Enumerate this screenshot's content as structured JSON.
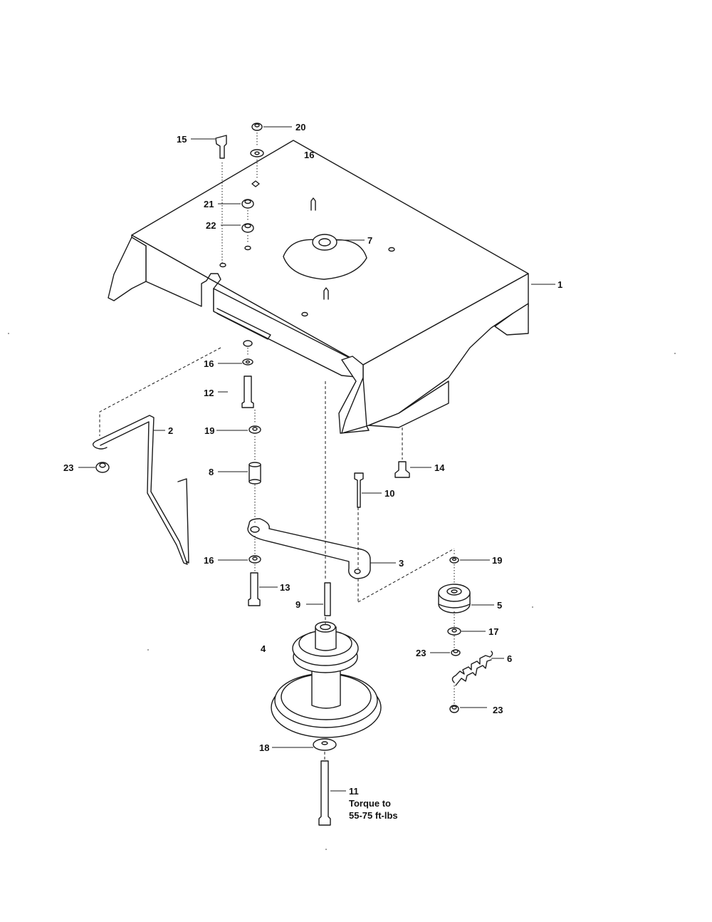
{
  "callouts": {
    "c1": "1",
    "c2": "2",
    "c3": "3",
    "c4": "4",
    "c5": "5",
    "c6": "6",
    "c7": "7",
    "c8": "8",
    "c9": "9",
    "c10": "10",
    "c11": "11",
    "c12": "12",
    "c13": "13",
    "c14": "14",
    "c15": "15",
    "c16a": "16",
    "c16b": "16",
    "c16c": "16",
    "c17": "17",
    "c18": "18",
    "c19a": "19",
    "c19b": "19",
    "c20": "20",
    "c21": "21",
    "c22": "22",
    "c23a": "23",
    "c23b": "23",
    "c23c": "23"
  },
  "notes": {
    "torque_line1": "Torque to",
    "torque_line2": "55-75 ft-lbs"
  }
}
